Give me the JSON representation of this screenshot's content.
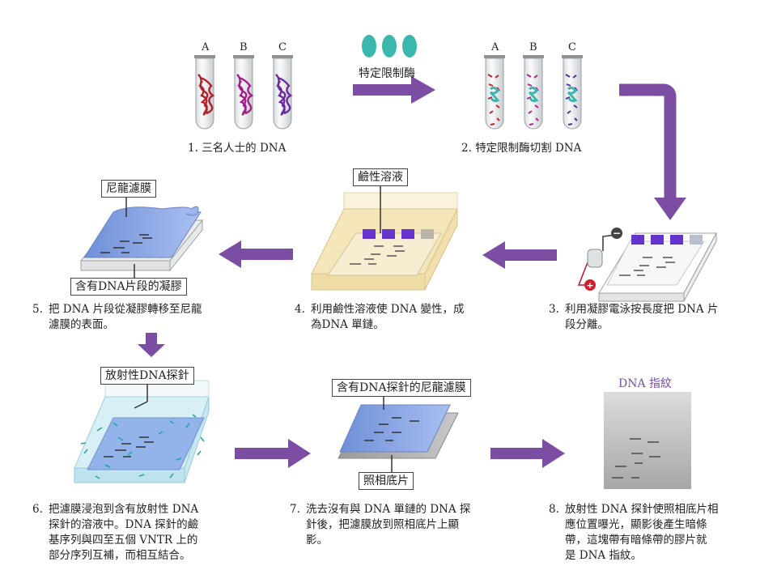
{
  "tubes_top": {
    "labels": [
      "A",
      "B",
      "C"
    ]
  },
  "tubes_cut": {
    "labels": [
      "A",
      "B",
      "C"
    ]
  },
  "enzyme_label": "特定限制酶",
  "steps": [
    {
      "num": "1.",
      "text": "三名人士的 DNA"
    },
    {
      "num": "2.",
      "text": "特定限制酶切割 DNA"
    },
    {
      "num": "3.",
      "line1": "利用凝膠電泳按長度把 DNA 片",
      "line2": "段分離。"
    },
    {
      "num": "4.",
      "line1": "利用鹼性溶液使 DNA 變性，成",
      "line2": "為DNA 單鏈。"
    },
    {
      "num": "5.",
      "line1": "把 DNA 片段從凝膠轉移至尼龍",
      "line2": "濾膜的表面。"
    },
    {
      "num": "6.",
      "line1": "把濾膜浸泡到含有放射性 DNA",
      "line2": "探針的溶液中。DNA 探針的鹼",
      "line3": "基序列與四至五個 VNTR 上的",
      "line4": "部分序列互補，而相互結合。"
    },
    {
      "num": "7.",
      "line1": "洗去沒有與 DNA 單鏈的 DNA 探",
      "line2": "針後，把濾膜放到照相底片上顯",
      "line3": "影。"
    },
    {
      "num": "8.",
      "line1": "放射性 DNA 探針使照相底片相",
      "line2": "應位置曝光，顯影後產生暗條",
      "line3": "帶，這塊帶有暗條帶的膠片就",
      "line4": "是 DNA 指紋。"
    }
  ],
  "labels": {
    "alkaline": "鹼性溶液",
    "nylon": "尼龍濾膜",
    "gel_with_dna": "含有DNA片段的凝膠",
    "probe": "放射性DNA探針",
    "nylon_with_probe": "含有DNA探針的尼龍濾膜",
    "film": "照相底片",
    "fingerprint": "DNA 指紋"
  },
  "electrodes": {
    "negative": "−",
    "positive": "+"
  },
  "colors": {
    "arrow": "#7b4ea3",
    "enzyme": "#3bb8ad",
    "well": "#6633cc",
    "membrane": "#7f9fe0",
    "alkaline": "#f4e6b8",
    "probe_water": "#c4e8f2",
    "fingerprint_title": "#7b4ea3"
  }
}
